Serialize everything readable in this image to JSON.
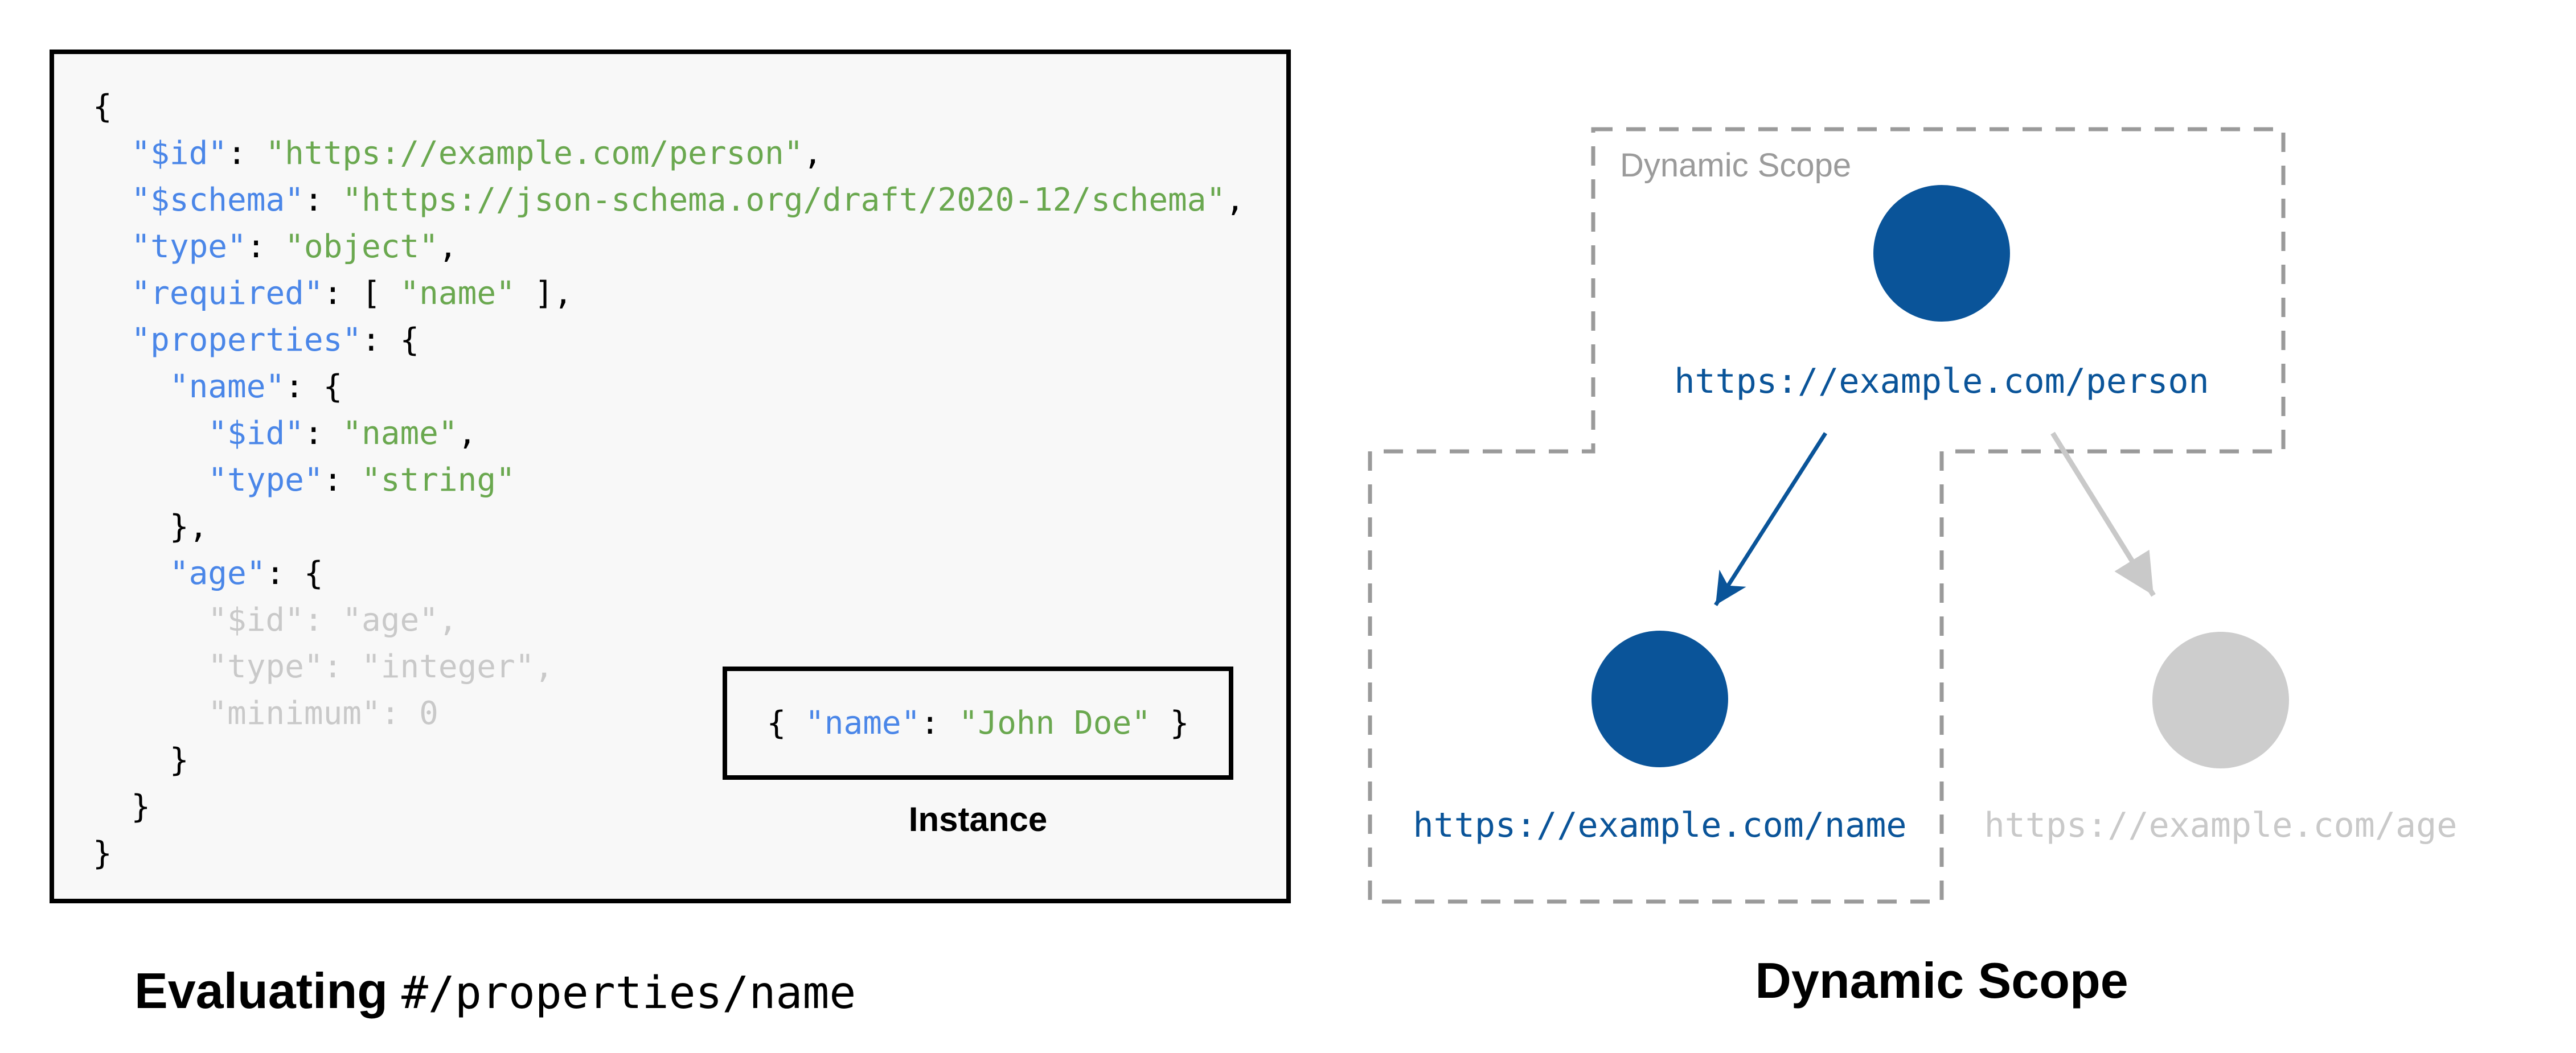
{
  "colors": {
    "key_blue": "#4a86e8",
    "string_green": "#6aa84f",
    "code_black": "#000000",
    "muted_gray": "#c9c9c9",
    "node_blue": "#0a5499",
    "node_gray": "#cdcdcd",
    "dash_gray": "#9a9a9a",
    "scope_label_gray": "#9b9b9b",
    "panel_bg": "#f8f8f8",
    "page_bg": "#ffffff"
  },
  "schema_panel": {
    "code_lines": [
      [
        {
          "t": "{",
          "c": "plain"
        }
      ],
      [
        {
          "t": "  ",
          "c": "plain"
        },
        {
          "t": "\"$id\"",
          "c": "key"
        },
        {
          "t": ": ",
          "c": "plain"
        },
        {
          "t": "\"https://example.com/person\"",
          "c": "str"
        },
        {
          "t": ",",
          "c": "plain"
        }
      ],
      [
        {
          "t": "  ",
          "c": "plain"
        },
        {
          "t": "\"$schema\"",
          "c": "key"
        },
        {
          "t": ": ",
          "c": "plain"
        },
        {
          "t": "\"https://json-schema.org/draft/2020-12/schema\"",
          "c": "str"
        },
        {
          "t": ",",
          "c": "plain"
        }
      ],
      [
        {
          "t": "  ",
          "c": "plain"
        },
        {
          "t": "\"type\"",
          "c": "key"
        },
        {
          "t": ": ",
          "c": "plain"
        },
        {
          "t": "\"object\"",
          "c": "str"
        },
        {
          "t": ",",
          "c": "plain"
        }
      ],
      [
        {
          "t": "  ",
          "c": "plain"
        },
        {
          "t": "\"required\"",
          "c": "key"
        },
        {
          "t": ": [ ",
          "c": "plain"
        },
        {
          "t": "\"name\"",
          "c": "str"
        },
        {
          "t": " ],",
          "c": "plain"
        }
      ],
      [
        {
          "t": "  ",
          "c": "plain"
        },
        {
          "t": "\"properties\"",
          "c": "key"
        },
        {
          "t": ": {",
          "c": "plain"
        }
      ],
      [
        {
          "t": "    ",
          "c": "plain"
        },
        {
          "t": "\"name\"",
          "c": "key"
        },
        {
          "t": ": {",
          "c": "plain"
        }
      ],
      [
        {
          "t": "      ",
          "c": "plain"
        },
        {
          "t": "\"$id\"",
          "c": "key"
        },
        {
          "t": ": ",
          "c": "plain"
        },
        {
          "t": "\"name\"",
          "c": "str"
        },
        {
          "t": ",",
          "c": "plain"
        }
      ],
      [
        {
          "t": "      ",
          "c": "plain"
        },
        {
          "t": "\"type\"",
          "c": "key"
        },
        {
          "t": ": ",
          "c": "plain"
        },
        {
          "t": "\"string\"",
          "c": "str"
        }
      ],
      [
        {
          "t": "    },",
          "c": "plain"
        }
      ],
      [
        {
          "t": "    ",
          "c": "plain"
        },
        {
          "t": "\"age\"",
          "c": "key"
        },
        {
          "t": ": {",
          "c": "plain"
        }
      ],
      [
        {
          "t": "      \"$id\": \"age\",",
          "c": "muted"
        }
      ],
      [
        {
          "t": "      \"type\": \"integer\",",
          "c": "muted"
        }
      ],
      [
        {
          "t": "      \"minimum\": 0",
          "c": "muted"
        }
      ],
      [
        {
          "t": "    }",
          "c": "plain"
        }
      ],
      [
        {
          "t": "  }",
          "c": "plain"
        }
      ],
      [
        {
          "t": "}",
          "c": "plain"
        }
      ]
    ],
    "instance": {
      "tokens": [
        {
          "t": "{ ",
          "c": "plain"
        },
        {
          "t": "\"name\"",
          "c": "key"
        },
        {
          "t": ": ",
          "c": "plain"
        },
        {
          "t": "\"John Doe\"",
          "c": "str"
        },
        {
          "t": " }",
          "c": "plain"
        }
      ],
      "label": "Instance"
    },
    "caption_bold": "Evaluating",
    "caption_mono": "#/properties/name"
  },
  "diagram": {
    "scope_label": "Dynamic Scope",
    "caption": "Dynamic Scope",
    "nodes": [
      {
        "id": "person",
        "label": "https://example.com/person"
      },
      {
        "id": "name",
        "label": "https://example.com/name"
      },
      {
        "id": "age",
        "label": "https://example.com/age"
      }
    ]
  }
}
